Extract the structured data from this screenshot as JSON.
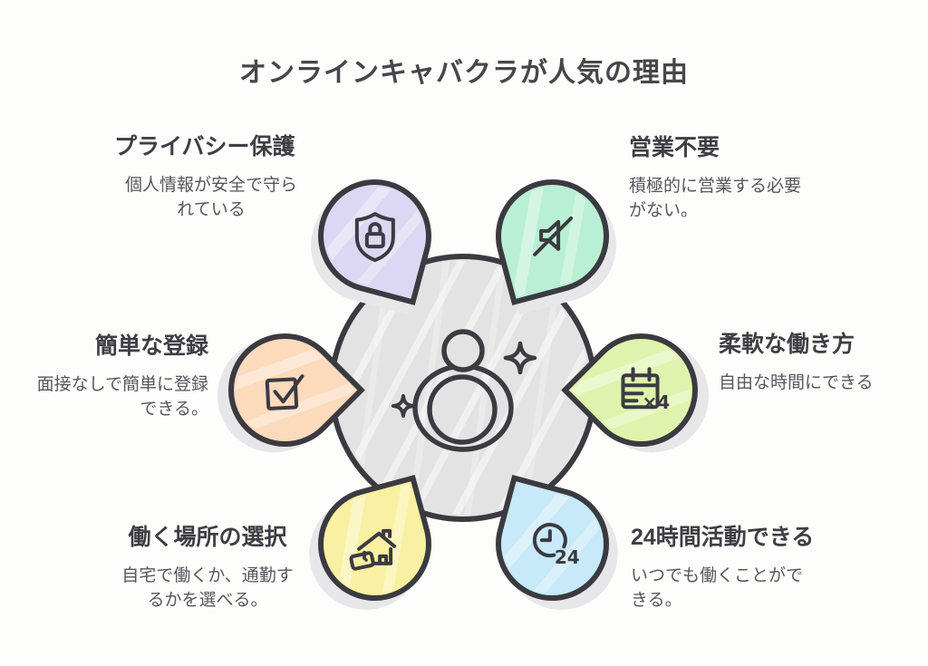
{
  "title": "オンラインキャバクラが人気の理由",
  "center": {
    "icon": "sparkling-person-icon"
  },
  "items": [
    {
      "id": "privacy",
      "position": "top-left",
      "label": "プライバシー保護",
      "desc": "個人情報が安全で守ら\nれている",
      "icon": "shield-lock-icon",
      "color": "#dcd7f2"
    },
    {
      "id": "no-sales",
      "position": "top-right",
      "label": "営業不要",
      "desc": "積極的に営業する必要\nがない。",
      "icon": "muted-speaker-icon",
      "color": "#b9efd3"
    },
    {
      "id": "easy-registration",
      "position": "left",
      "label": "簡単な登録",
      "desc": "面接なしで簡単に登録\nできる。",
      "icon": "checkbox-check-icon",
      "color": "#fcdabc"
    },
    {
      "id": "flexible-work",
      "position": "right",
      "label": "柔軟な働き方",
      "desc": "自由な時間にできる",
      "icon": "calendar-x4-icon",
      "color": "#def4ad"
    },
    {
      "id": "work-location",
      "position": "bottom-left",
      "label": "働く場所の選択",
      "desc": "自宅で働くか、通勤す\nるかを選べる。",
      "icon": "home-laptop-icon",
      "color": "#f9f0a1"
    },
    {
      "id": "24-hours",
      "position": "bottom-right",
      "label": "24時間活動できる",
      "desc": "いつでも働くことがで\nきる。",
      "icon": "clock-24-icon",
      "color": "#c7e9f8"
    }
  ],
  "colors": {
    "background": "#fdfdfb",
    "outline": "#3a3a40",
    "center_circle": "#e3e3e4",
    "heading_text": "#3e3e44",
    "body_text": "#57575c"
  }
}
